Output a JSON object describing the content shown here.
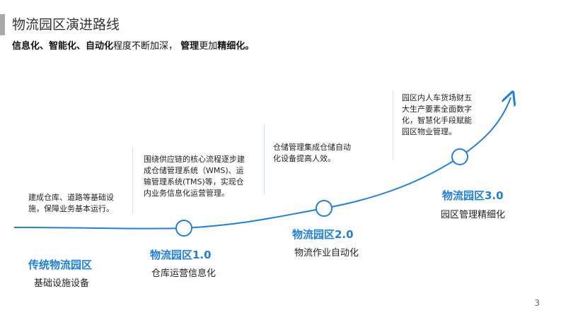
{
  "title": "物流园区演进路线",
  "subtitle": {
    "p1": "信息化、智能化、自动化",
    "p2": "程度不断加深，",
    "p3": "管理",
    "p4": "更加",
    "p5": "精细化。"
  },
  "stages": [
    {
      "name": "传统物流园区",
      "sub": "基础设施设备",
      "desc": "建成仓库、道路等基础设施，保障业务基本运行。"
    },
    {
      "name": "物流园区1.0",
      "sub": "仓库运营信息化",
      "desc": "围绕供应链的核心流程逐步建成仓储管理系统（WMS)、运输管理系统(TMS)等，实现仓内业务信息化运营管理。"
    },
    {
      "name": "物流园区2.0",
      "sub": "物流作业自动化",
      "desc": "仓储管理集成仓储自动化设备提高人效。"
    },
    {
      "name": "物流园区3.0",
      "sub": "园区管理精细化",
      "desc": "园区内人车货场财五大生产要素全面数字化，智慧化手段赋能园区物业管理。"
    }
  ],
  "page_number": "3",
  "accent": "#1f7fe0"
}
